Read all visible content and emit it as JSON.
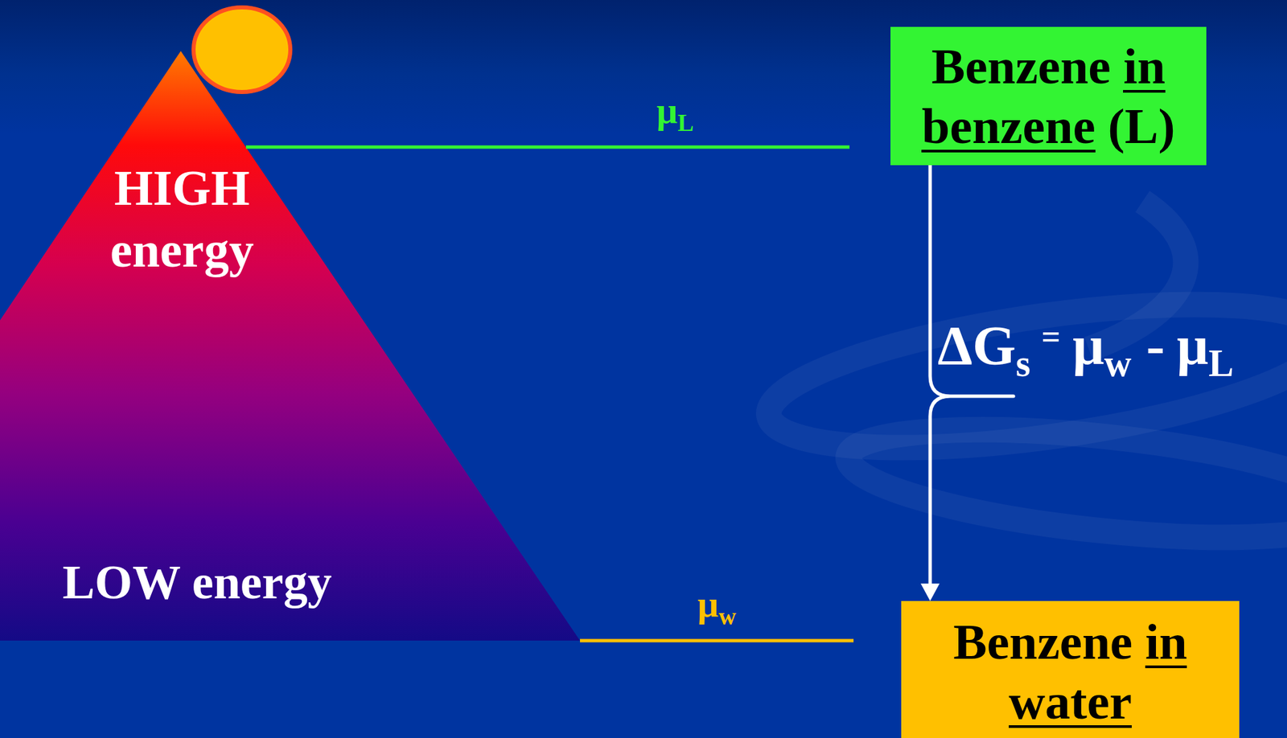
{
  "diagram": {
    "nodes": [
      {
        "text": [
          "Benzene in benzene (L)"
        ]
      },
      {
        "text": [
          "Benzene in water"
        ]
      }
    ],
    "edges": [
      {
        "from": 0,
        "to": 1,
        "arrow": "to"
      }
    ],
    "labels": [
      "HIGH",
      "energy",
      "LOW energy",
      "μ",
      "L",
      "μ",
      "w",
      "ΔG",
      "s",
      "=",
      "μ",
      "w",
      "-",
      "μ",
      "L"
    ]
  }
}
